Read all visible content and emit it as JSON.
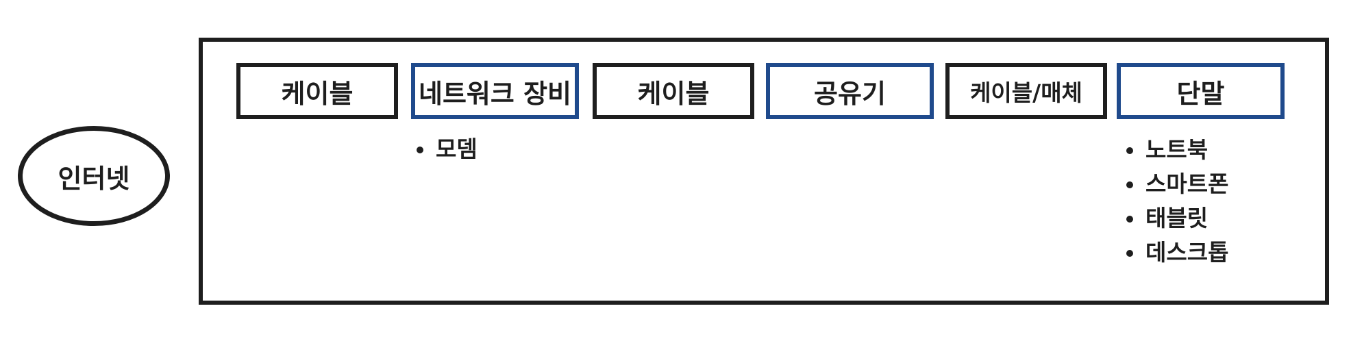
{
  "colors": {
    "stroke": "#1e1e1e",
    "accent_blue": "#1f4a8c",
    "background": "#ffffff"
  },
  "internet": {
    "label": "인터넷"
  },
  "nodes": [
    {
      "label": "케이블",
      "style": "black"
    },
    {
      "label": "네트워크 장비",
      "style": "blue"
    },
    {
      "label": "케이블",
      "style": "black"
    },
    {
      "label": "공유기",
      "style": "blue"
    },
    {
      "label": "케이블/매체",
      "style": "black"
    },
    {
      "label": "단말",
      "style": "blue"
    }
  ],
  "network_equipment_items": [
    "모뎀"
  ],
  "terminal_items": [
    "노트북",
    "스마트폰",
    "태블릿",
    "데스크톱"
  ]
}
